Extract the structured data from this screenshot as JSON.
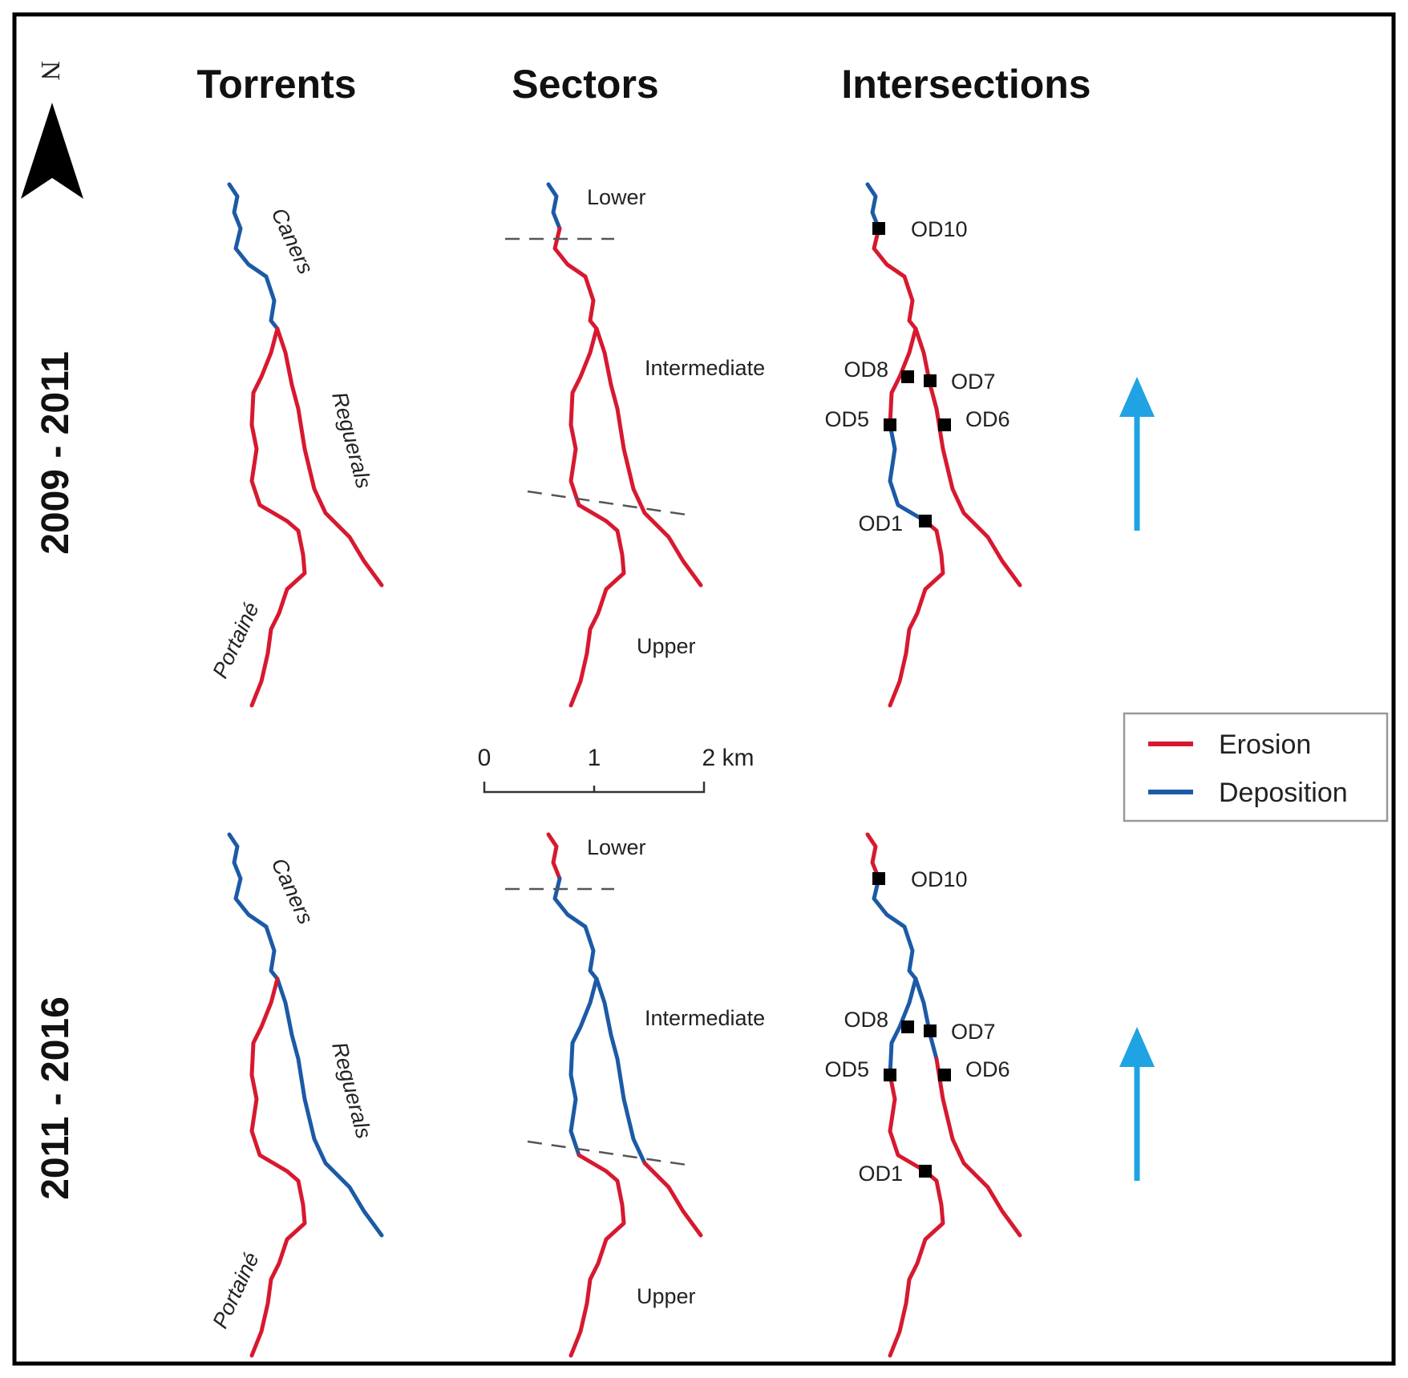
{
  "columns": {
    "torrents": "Torrents",
    "sectors": "Sectors",
    "intersections": "Intersections"
  },
  "periods": [
    "2009 - 2011",
    "2011 - 2016"
  ],
  "north": {
    "letter": "N",
    "icon": "north-arrow-icon"
  },
  "rivers": {
    "caners": "Caners",
    "reguerals": "Reguerals",
    "portaina": "Portainé"
  },
  "sectors": {
    "lower": "Lower",
    "intermediate": "Intermediate",
    "upper": "Upper"
  },
  "points": [
    "OD10",
    "OD8",
    "OD7",
    "OD5",
    "OD6",
    "OD1"
  ],
  "scale_bar": {
    "ticks": [
      "0",
      "1",
      "2 km"
    ]
  },
  "legend": {
    "items": [
      {
        "label": "Erosion",
        "color": "#d7192f"
      },
      {
        "label": "Deposition",
        "color": "#1c5aa6"
      }
    ]
  },
  "colors": {
    "erosion": "#d7192f",
    "deposition": "#1c5aa6",
    "flow_arrow": "#1fa3e3"
  },
  "panels": [
    {
      "period": "2009 - 2011",
      "caners": "deposition",
      "caners_lower": "deposition",
      "reguerals": "erosion",
      "portaina": "erosion",
      "points_on_deposition": [
        "OD10"
      ],
      "od5_od1_reach": "deposition"
    },
    {
      "period": "2011 - 2016",
      "caners": "deposition",
      "caners_lower": "erosion",
      "reguerals": "deposition",
      "portaina": "erosion",
      "od5_od1_reach": "erosion"
    }
  ]
}
